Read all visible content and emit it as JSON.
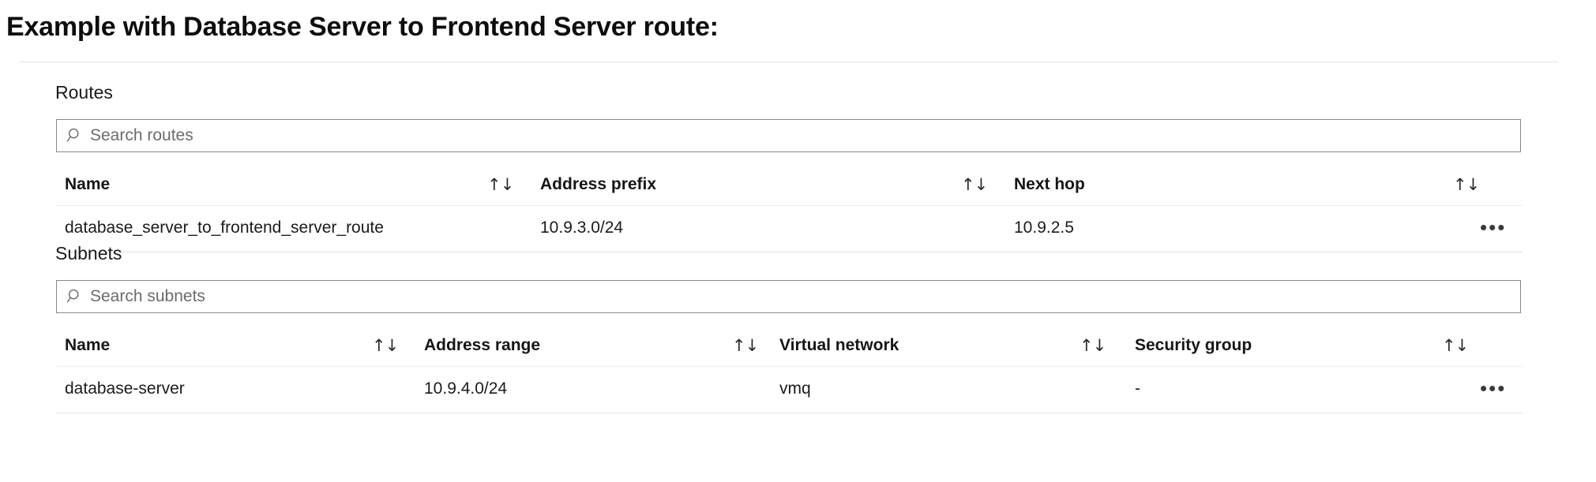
{
  "page": {
    "title": "Example with Database Server to Frontend Server route:"
  },
  "routes_section": {
    "label": "Routes",
    "search": {
      "placeholder": "Search routes",
      "value": "",
      "icon": "search-icon"
    },
    "columns": [
      {
        "label": "Name",
        "sort": "↑↓"
      },
      {
        "label": "Address prefix",
        "sort": "↑↓"
      },
      {
        "label": "Next hop",
        "sort": "↑↓"
      }
    ],
    "rows": [
      {
        "name": "database_server_to_frontend_server_route",
        "address_prefix": "10.9.3.0/24",
        "next_hop": "10.9.2.5",
        "menu": "•••"
      }
    ]
  },
  "subnets_section": {
    "label": "Subnets",
    "search": {
      "placeholder": "Search subnets",
      "value": "",
      "icon": "search-icon"
    },
    "columns": [
      {
        "label": "Name",
        "sort": "↑↓"
      },
      {
        "label": "Address range",
        "sort": "↑↓"
      },
      {
        "label": "Virtual network",
        "sort": "↑↓"
      },
      {
        "label": "Security group",
        "sort": "↑↓"
      }
    ],
    "rows": [
      {
        "name": "database-server",
        "address_range": "10.9.4.0/24",
        "virtual_network": "vmq",
        "security_group": "-",
        "menu": "•••"
      }
    ]
  },
  "colors": {
    "text": "#1b1b1b",
    "border": "#8a8886",
    "rule": "#e1e1e1",
    "placeholder": "#6b6b6b"
  }
}
